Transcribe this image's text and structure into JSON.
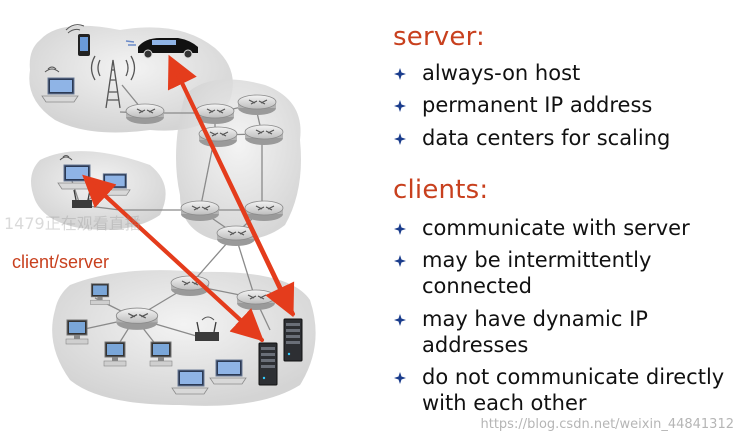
{
  "server": {
    "heading": "server:",
    "items": [
      "always-on host",
      "permanent IP address",
      "data centers for scaling"
    ]
  },
  "clients": {
    "heading": "clients:",
    "items": [
      "communicate with server",
      "may be intermittently connected",
      "may have dynamic IP addresses",
      "do not communicate directly with each other"
    ]
  },
  "diagram": {
    "label": "client/server",
    "arrow_color": "#e43c1c",
    "icons": [
      "router-icon",
      "laptop-icon",
      "phone-icon",
      "car-icon",
      "cell-tower-icon",
      "desktop-icon",
      "wifi-access-point-icon",
      "server-rack-icon"
    ]
  },
  "watermarks": {
    "left": "1479正在观看直播",
    "bottom": "https://blog.csdn.net/weixin_44841312"
  },
  "colors": {
    "accent": "#c8401e",
    "bullet": "#1a3c8c",
    "cloud": "#d6d6d6"
  }
}
